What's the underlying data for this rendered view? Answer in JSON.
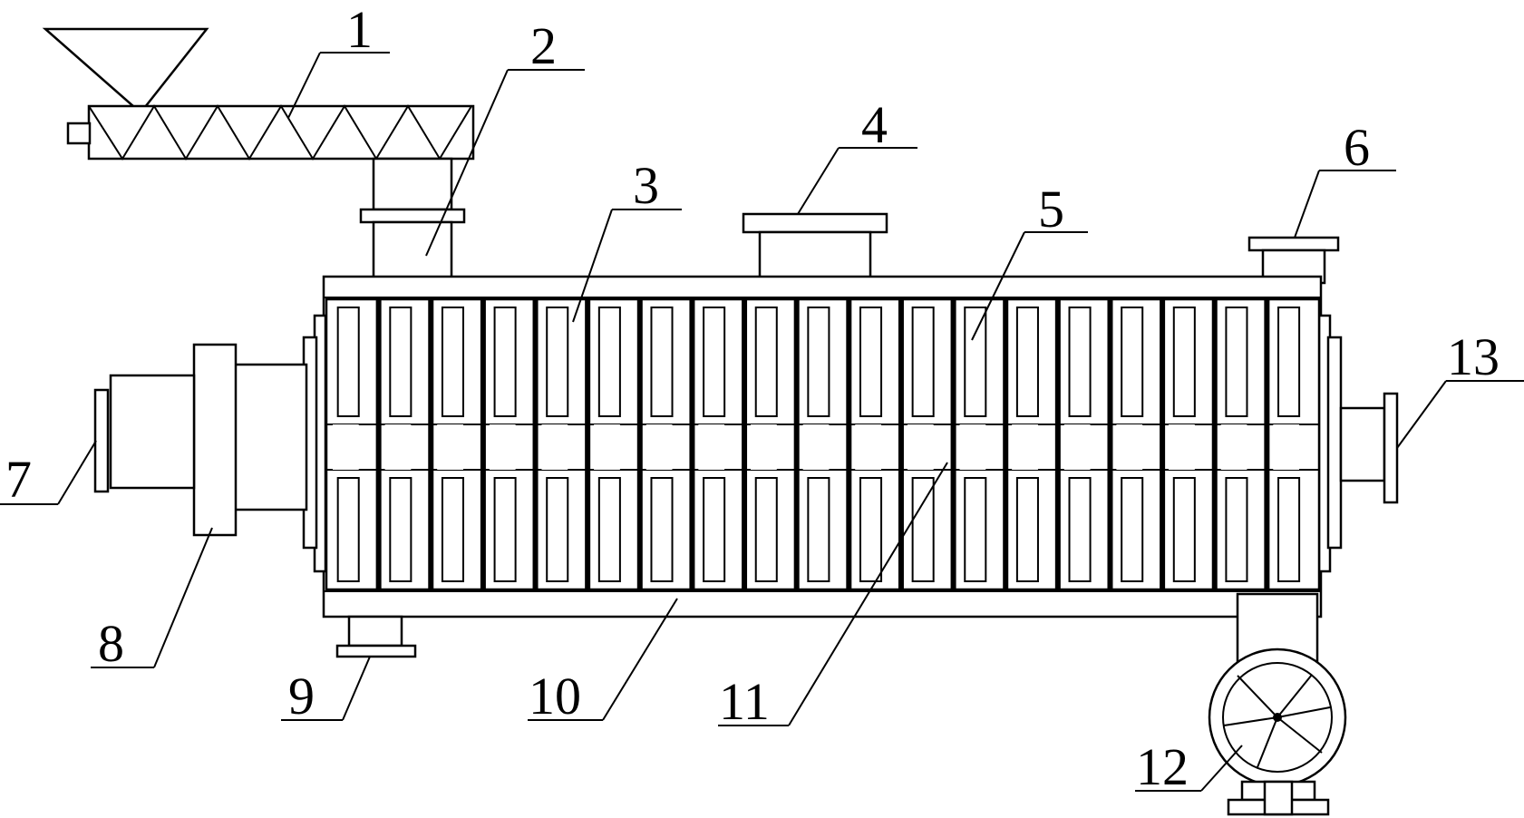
{
  "labels": {
    "n1": "1",
    "n2": "2",
    "n3": "3",
    "n4": "4",
    "n5": "5",
    "n6": "6",
    "n7": "7",
    "n8": "8",
    "n9": "9",
    "n10": "10",
    "n11": "11",
    "n12": "12",
    "n13": "13"
  }
}
